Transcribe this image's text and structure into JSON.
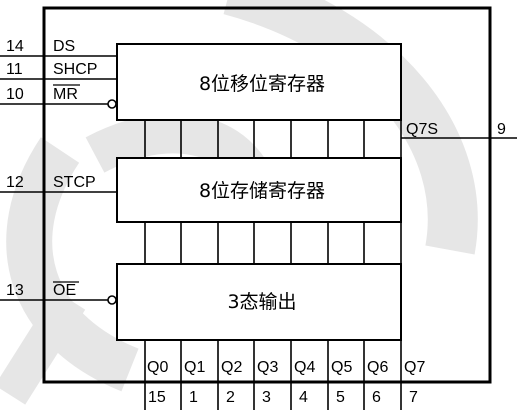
{
  "pins_left": [
    {
      "num": "14",
      "name": "DS"
    },
    {
      "num": "11",
      "name": "SHCP"
    },
    {
      "num": "10",
      "name": "MR"
    },
    {
      "num": "12",
      "name": "STCP"
    },
    {
      "num": "13",
      "name": "OE"
    }
  ],
  "pin_right": {
    "name": "Q7S",
    "num": "9"
  },
  "blocks": {
    "shift_register": "8位移位寄存器",
    "storage_register": "8位存储寄存器",
    "output": "3态输出"
  },
  "outputs": [
    {
      "name": "Q0",
      "num": "15"
    },
    {
      "name": "Q1",
      "num": "1"
    },
    {
      "name": "Q2",
      "num": "2"
    },
    {
      "name": "Q3",
      "num": "3"
    },
    {
      "name": "Q4",
      "num": "4"
    },
    {
      "name": "Q5",
      "num": "5"
    },
    {
      "name": "Q6",
      "num": "6"
    },
    {
      "name": "Q7",
      "num": "7"
    }
  ],
  "colors": {
    "line": "#000000",
    "watermark": "#e6e6e6"
  }
}
